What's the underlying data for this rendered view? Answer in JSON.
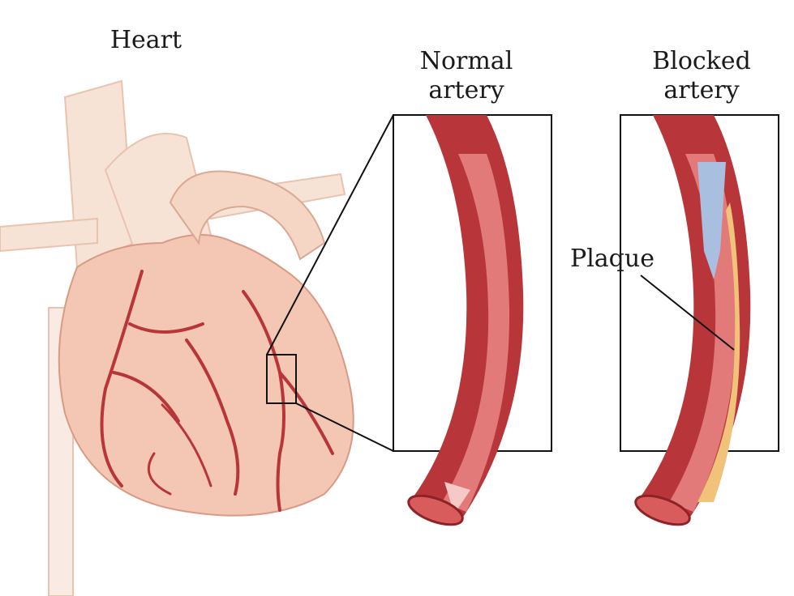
{
  "labels": {
    "heart": "Heart",
    "normal_artery_line1": "Normal",
    "normal_artery_line2": "artery",
    "blocked_artery_line1": "Blocked",
    "blocked_artery_line2": "artery",
    "plaque": "Plaque"
  },
  "colors": {
    "heart_fill": "#f3c7b3",
    "vessel_background": "#f7e0d2",
    "artery_wall": "#b8363a",
    "artery_lumen": "#e27a7a",
    "plaque": "#f0c27a",
    "blood_flow_arrow": "#a9bfe0"
  }
}
